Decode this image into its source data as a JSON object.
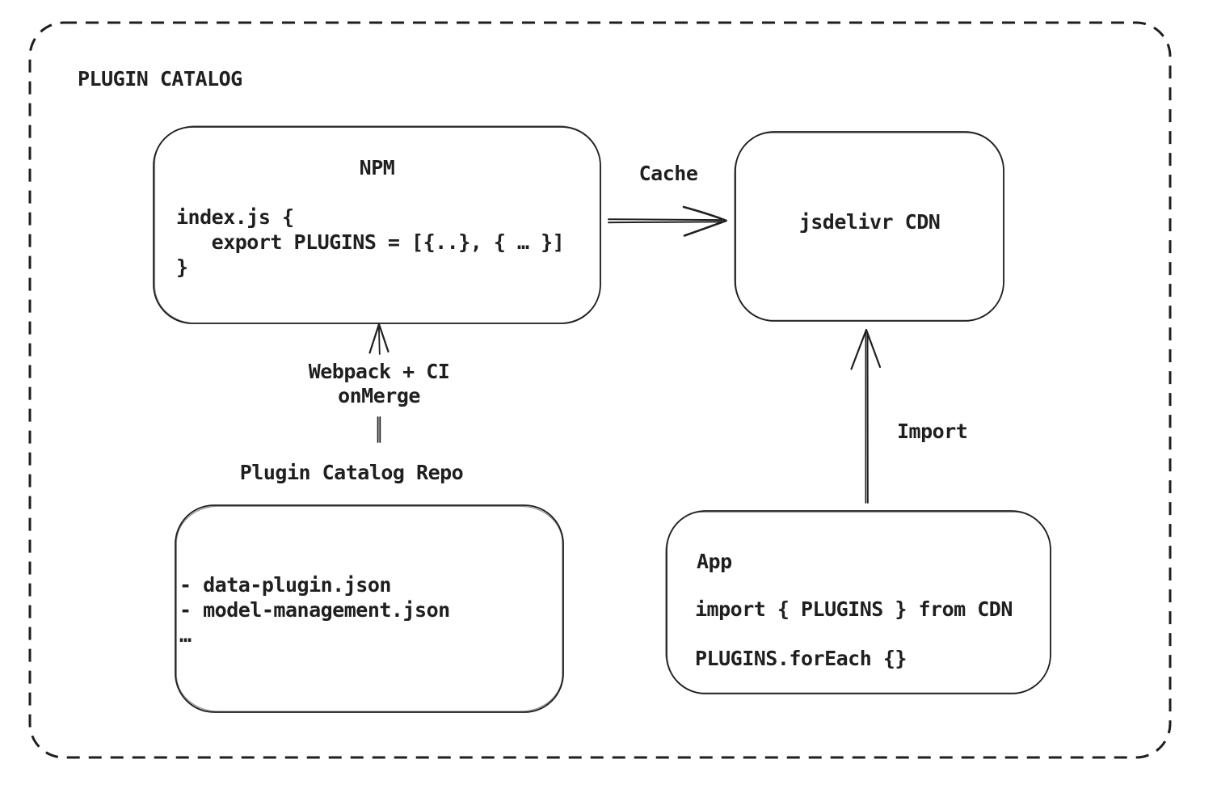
{
  "diagram": {
    "title": "PLUGIN CATALOG",
    "colors": {
      "stroke": "#1f1f1f",
      "background": "#ffffff"
    },
    "nodes": {
      "npm": {
        "title": "NPM",
        "code": "index.js {\n   export PLUGINS = [{..}, { … }]\n}"
      },
      "cdn": {
        "label": "jsdelivr CDN"
      },
      "repo": {
        "title": "Plugin Catalog Repo",
        "items": "- data-plugin.json\n- model-management.json\n…"
      },
      "app": {
        "title": "App",
        "code_import": "import { PLUGINS } from CDN",
        "code_foreach": "PLUGINS.forEach {}"
      }
    },
    "edges": {
      "cache": {
        "label": "Cache"
      },
      "build": {
        "label": "Webpack + CI\nonMerge"
      },
      "import": {
        "label": "Import"
      }
    }
  }
}
